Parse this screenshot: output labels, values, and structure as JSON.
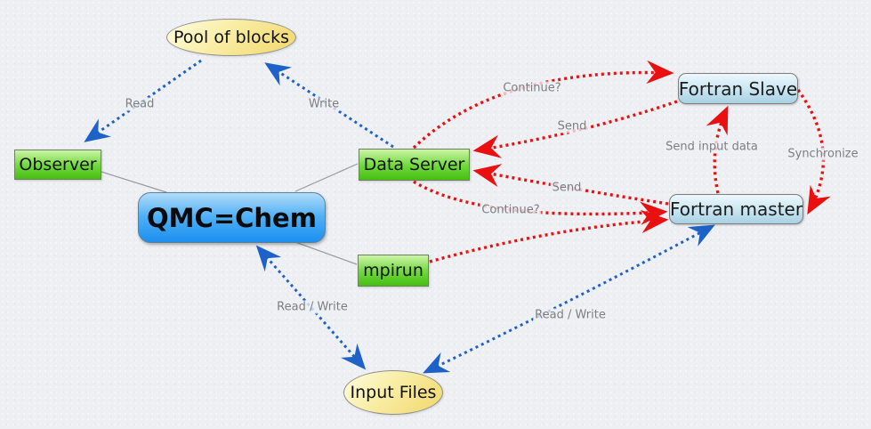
{
  "nodes": {
    "pool_of_blocks": "Pool of blocks",
    "observer": "Observer",
    "qmc_chem": "QMC=Chem",
    "data_server": "Data Server",
    "mpirun": "mpirun",
    "fortran_slave": "Fortran Slave",
    "fortran_master": "Fortran master",
    "input_files": "Input Files"
  },
  "edge_labels": {
    "read": "Read",
    "write": "Write",
    "continue_top": "Continue?",
    "send_slave": "Send",
    "send_master": "Send",
    "continue_bottom": "Continue?",
    "send_input_data": "Send input data",
    "synchronize": "Synchronize",
    "read_write_left": "Read / Write",
    "read_write_right": "Read / Write"
  },
  "colors": {
    "blue_edge": "#1e62c8",
    "red_edge": "#ea1010",
    "gray_link": "#9a9a9a",
    "label_text": "#7e7e7e",
    "background": "#edeff3"
  }
}
